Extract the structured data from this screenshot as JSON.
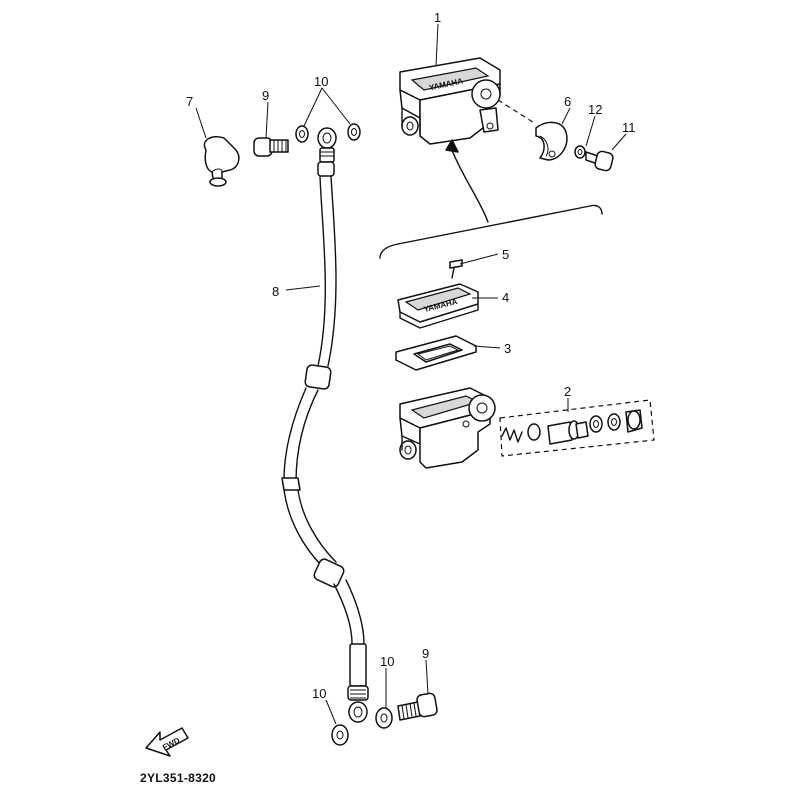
{
  "diagram": {
    "labels": {
      "l1": "1",
      "l2": "2",
      "l3": "3",
      "l4": "4",
      "l5": "5",
      "l6": "6",
      "l7": "7",
      "l8": "8",
      "l9a": "9",
      "l9b": "9",
      "l10a": "10",
      "l10b": "10",
      "l10c": "10",
      "l11": "11",
      "l12": "12"
    },
    "brand_mark_top": "YAMAHA",
    "brand_mark_cap": "YAMAHA",
    "fwd_arrow": "FWD",
    "part_code": "2YL351-8320"
  },
  "colors": {
    "ink": "#111111",
    "paper": "#ffffff",
    "shade": "#d8d8d8"
  }
}
